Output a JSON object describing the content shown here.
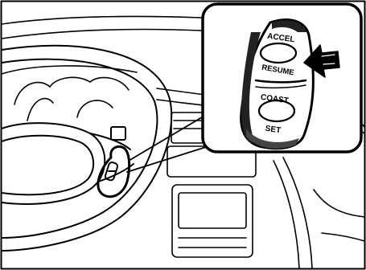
{
  "callout": {
    "upper_rocker": {
      "top_label": "ACCEL",
      "bottom_label": "RESUME"
    },
    "lower_rocker": {
      "top_label": "COAST",
      "bottom_label": "SET"
    },
    "pointer_icon": "arrow-left-icon"
  },
  "colors": {
    "line": "#000000",
    "background": "#ffffff"
  }
}
